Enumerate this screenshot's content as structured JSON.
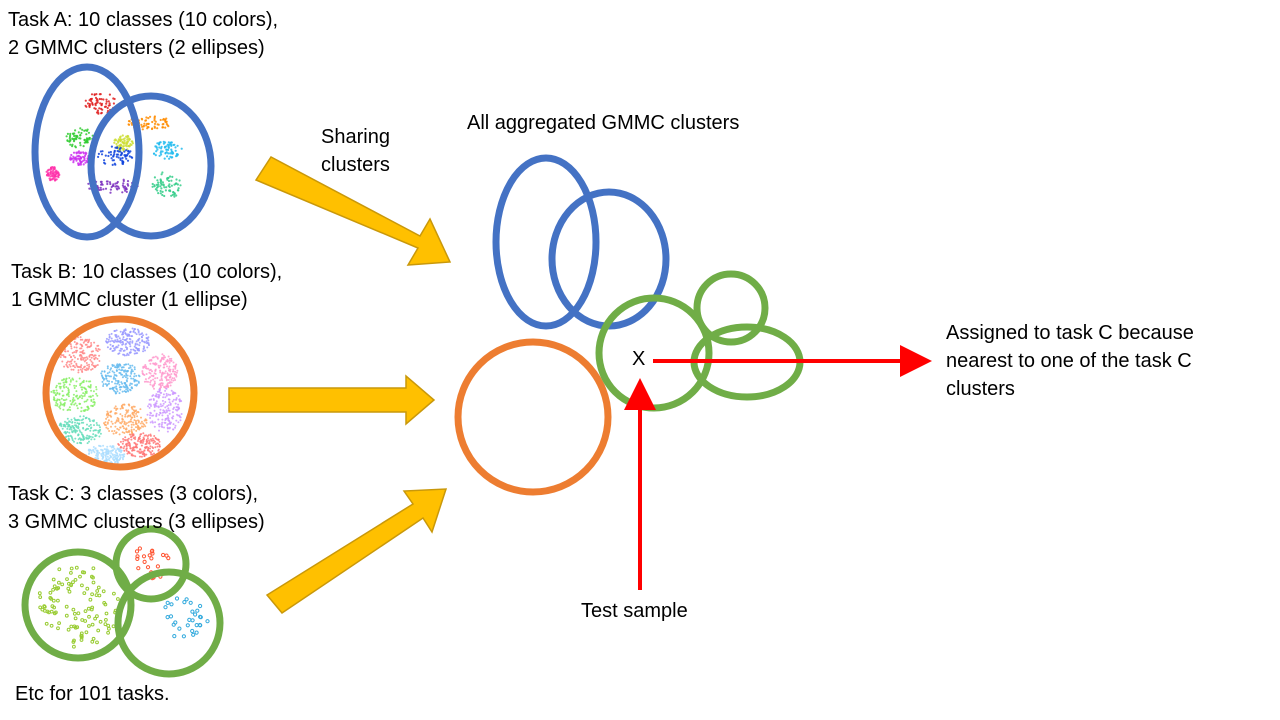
{
  "task_a": {
    "line1": "Task A: 10 classes (10 colors),",
    "line2": "2 GMMC clusters (2 ellipses)"
  },
  "task_b": {
    "line1": "Task B: 10 classes (10 colors),",
    "line2": "1 GMMC cluster (1 ellipse)"
  },
  "task_c": {
    "line1": "Task C: 3 classes (3 colors),",
    "line2": "3 GMMC clusters (3 ellipses)"
  },
  "footer": "Etc for 101 tasks.",
  "sharing": {
    "line1": "Sharing",
    "line2": "clusters"
  },
  "aggregated_title": "All aggregated GMMC clusters",
  "test_marker": "X",
  "test_sample_label": "Test sample",
  "assignment": {
    "line1": "Assigned to task C because",
    "line2": "nearest to one of the task C",
    "line3": "clusters"
  },
  "colors": {
    "task_a_cluster": "#4472c4",
    "task_b_cluster": "#ed7d31",
    "task_c_cluster": "#70ad47",
    "arrow_fill": "#ffc000",
    "arrow_stroke": "#c9980a",
    "pointer": "#ff0000",
    "task_a_classes": [
      "#e02020",
      "#ff8c00",
      "#33cc33",
      "#ccdd33",
      "#22bbee",
      "#cc33ee",
      "#1144dd",
      "#ff33aa",
      "#7b2fbe",
      "#33cc88"
    ],
    "task_b_classes": [
      "#ff8888",
      "#9999ff",
      "#88ee66",
      "#66bbee",
      "#ff99cc",
      "#cc99ff",
      "#ffaa66",
      "#66ddbb",
      "#ff7777",
      "#aaddff"
    ],
    "task_c_classes": [
      "#99cc33",
      "#ff5533",
      "#33aadd"
    ]
  }
}
